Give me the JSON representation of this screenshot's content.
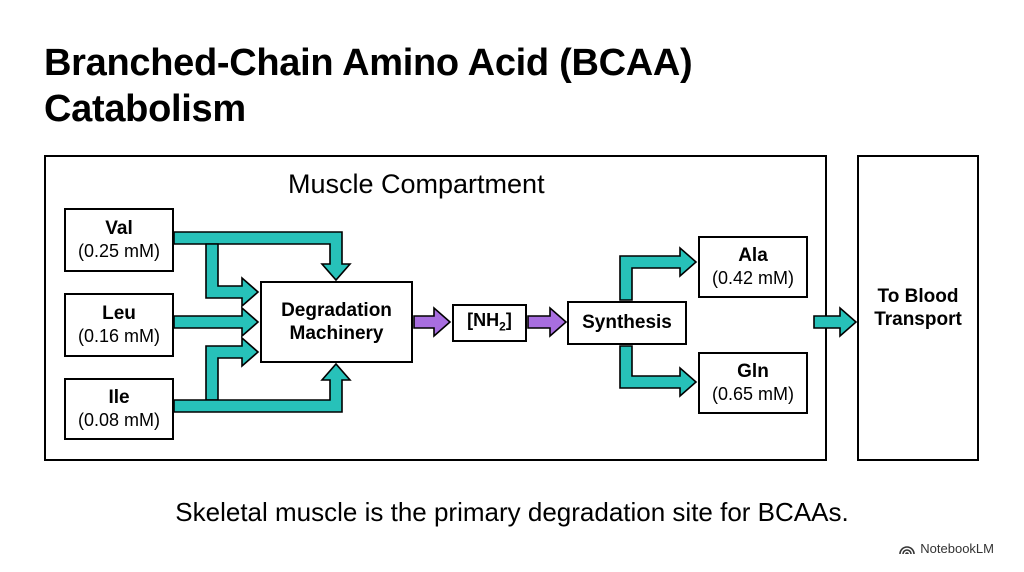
{
  "title": {
    "line1": "Branched-Chain Amino Acid (BCAA)",
    "line2": "Catabolism"
  },
  "compartment": {
    "label": "Muscle Compartment"
  },
  "inputs": [
    {
      "name": "Val",
      "conc": "(0.25 mM)"
    },
    {
      "name": "Leu",
      "conc": "(0.16 mM)"
    },
    {
      "name": "Ile",
      "conc": "(0.08 mM)"
    }
  ],
  "degradation": {
    "line1": "Degradation",
    "line2": "Machinery"
  },
  "nh2": {
    "prefix": "[NH",
    "sub": "2",
    "suffix": "]"
  },
  "synthesis": {
    "label": "Synthesis"
  },
  "outputs": [
    {
      "name": "Ala",
      "conc": "(0.42 mM)"
    },
    {
      "name": "Gln",
      "conc": "(0.65 mM)"
    }
  ],
  "blood": {
    "line1": "To Blood",
    "line2": "Transport"
  },
  "caption": "Skeletal muscle is the primary degradation site for BCAAs.",
  "brand": "NotebookLM",
  "colors": {
    "teal": "#27c1b9",
    "purple": "#a86ee0",
    "stroke": "#000000"
  }
}
